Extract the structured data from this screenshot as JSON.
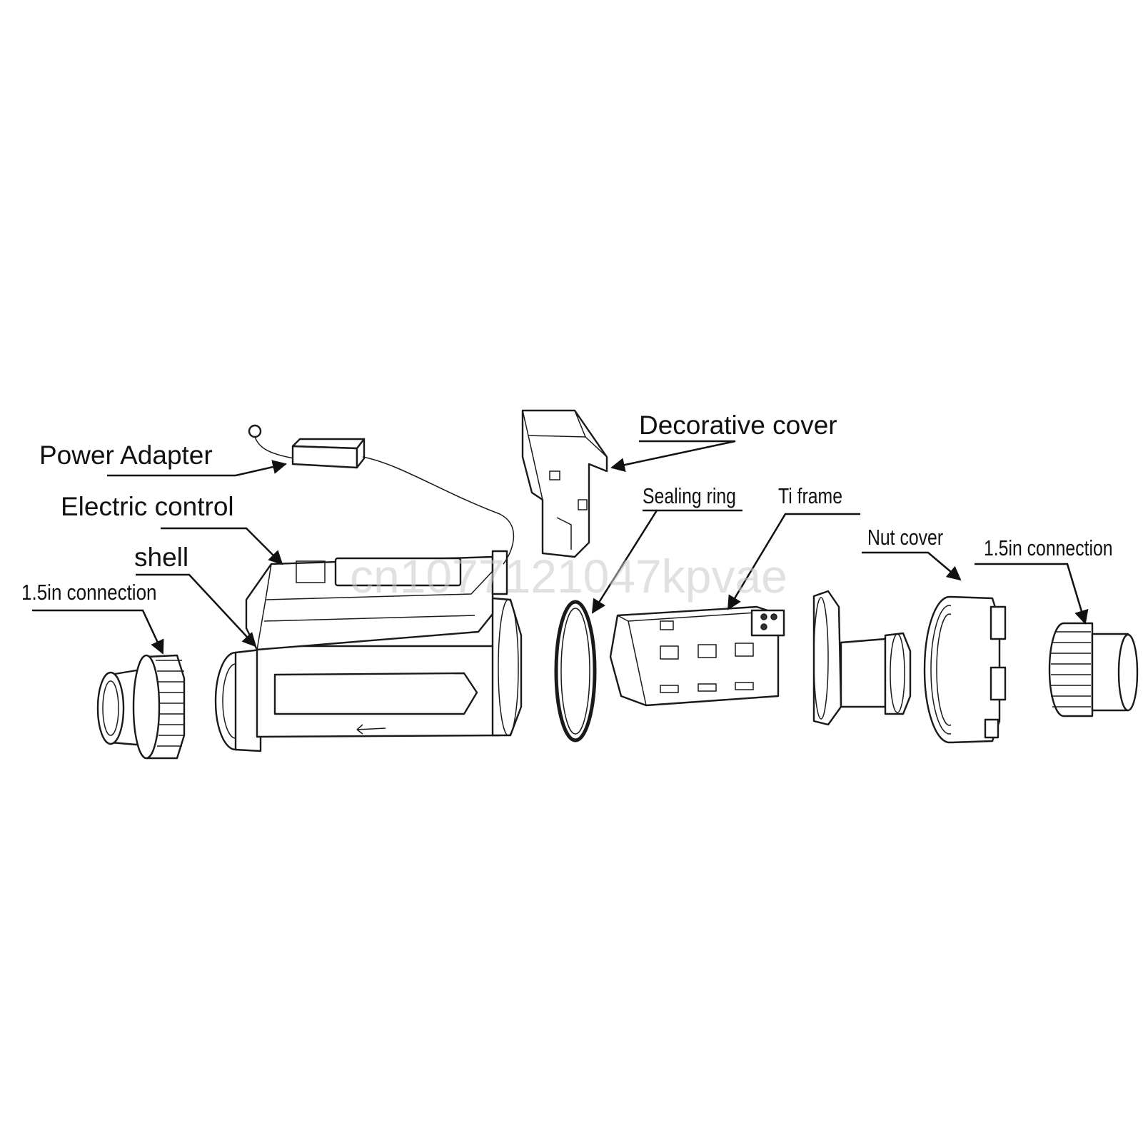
{
  "labels": {
    "power_adapter": "Power Adapter",
    "electric_control": "Electric control",
    "shell": "shell",
    "connection_left": "1.5in connection",
    "decorative_cover": "Decorative cover",
    "sealing_ring": "Sealing ring",
    "ti_frame": "Ti frame",
    "nut_cover": "Nut cover",
    "connection_right": "1.5in connection"
  },
  "watermark": "cn1077121047kpvae",
  "colors": {
    "line": "#111111",
    "background": "#ffffff",
    "watermark": "#c8c8c8"
  }
}
